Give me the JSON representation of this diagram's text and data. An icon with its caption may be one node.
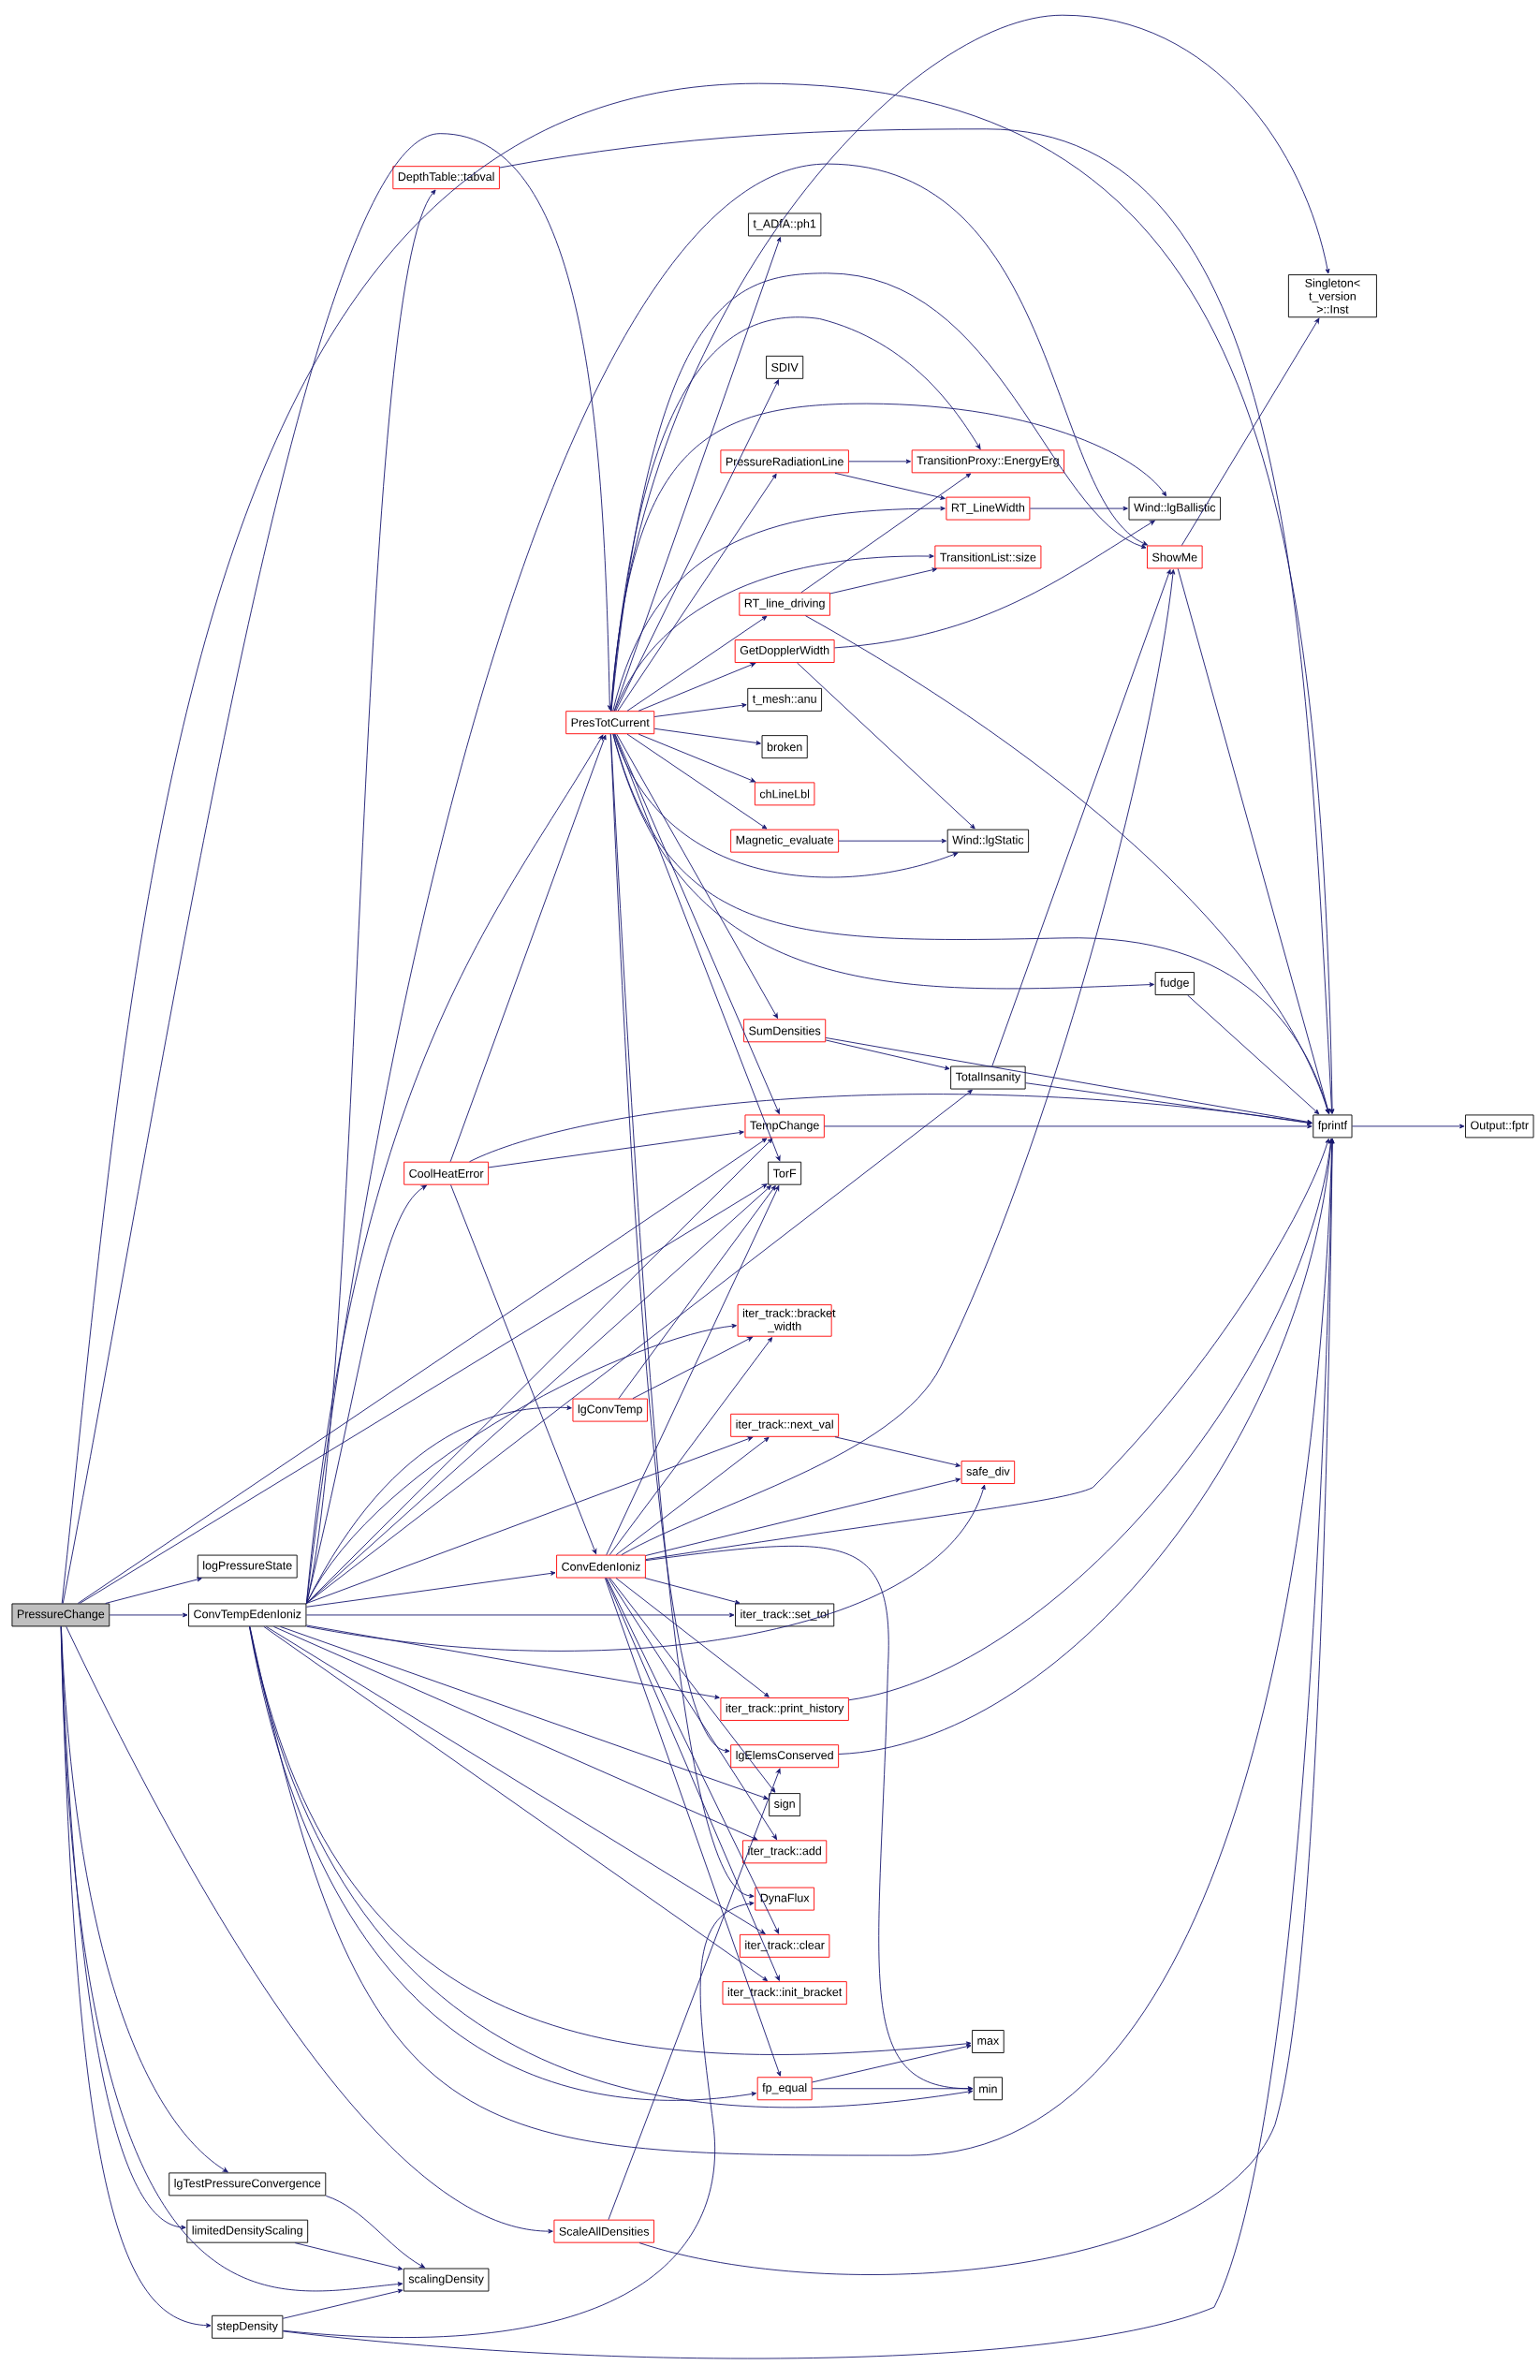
{
  "diagram": {
    "nodes": [
      {
        "text": [
          "PressureChange"
        ]
      },
      {
        "text": [
          "logPressureState"
        ]
      },
      {
        "text": [
          "ConvTempEdenIoniz"
        ]
      },
      {
        "text": [
          "lgTestPressureConvergence"
        ]
      },
      {
        "text": [
          "limitedDensityScaling"
        ]
      },
      {
        "text": [
          "stepDensity"
        ]
      },
      {
        "text": [
          "ScaleAllDensities"
        ]
      },
      {
        "text": [
          "scalingDensity"
        ]
      },
      {
        "text": [
          "DepthTable::tabval"
        ]
      },
      {
        "text": [
          "CoolHeatError"
        ]
      },
      {
        "text": [
          "PresTotCurrent"
        ]
      },
      {
        "text": [
          "lgConvTemp"
        ]
      },
      {
        "text": [
          "ConvEdenIoniz"
        ]
      },
      {
        "text": [
          "t_ADfA::ph1"
        ]
      },
      {
        "text": [
          "SDIV"
        ]
      },
      {
        "text": [
          "PressureRadiationLine"
        ]
      },
      {
        "text": [
          "RT_line_driving"
        ]
      },
      {
        "text": [
          "GetDopplerWidth"
        ]
      },
      {
        "text": [
          "t_mesh::anu"
        ]
      },
      {
        "text": [
          "broken"
        ]
      },
      {
        "text": [
          "chLineLbl"
        ]
      },
      {
        "text": [
          "Magnetic_evaluate"
        ]
      },
      {
        "text": [
          "SumDensities"
        ]
      },
      {
        "text": [
          "TempChange"
        ]
      },
      {
        "text": [
          "TorF"
        ]
      },
      {
        "text": [
          "iter_track::bracket _width"
        ]
      },
      {
        "text": [
          "iter_track::next_val"
        ]
      },
      {
        "text": [
          "iter_track::set_tol"
        ]
      },
      {
        "text": [
          "iter_track::print_history"
        ]
      },
      {
        "text": [
          "lgElemsConserved"
        ]
      },
      {
        "text": [
          "sign"
        ]
      },
      {
        "text": [
          "iter_track::add"
        ]
      },
      {
        "text": [
          "DynaFlux"
        ]
      },
      {
        "text": [
          "iter_track::clear"
        ]
      },
      {
        "text": [
          "iter_track::init_bracket"
        ]
      },
      {
        "text": [
          "fp_equal"
        ]
      },
      {
        "text": [
          "TransitionProxy::EnergyErg"
        ]
      },
      {
        "text": [
          "RT_LineWidth"
        ]
      },
      {
        "text": [
          "TransitionList::size"
        ]
      },
      {
        "text": [
          "Wind::lgStatic"
        ]
      },
      {
        "text": [
          "TotalInsanity"
        ]
      },
      {
        "text": [
          "safe_div"
        ]
      },
      {
        "text": [
          "max"
        ]
      },
      {
        "text": [
          "min"
        ]
      },
      {
        "text": [
          "Singleton< t_version >::Inst"
        ]
      },
      {
        "text": [
          "Wind::lgBallistic"
        ]
      },
      {
        "text": [
          "ShowMe"
        ]
      },
      {
        "text": [
          "fudge"
        ]
      },
      {
        "text": [
          "fprintf"
        ]
      },
      {
        "text": [
          "Output::fptr"
        ]
      }
    ],
    "edges": [
      {
        "from": 0,
        "to": 1,
        "arrow": "to"
      },
      {
        "from": 0,
        "to": 2,
        "arrow": "to"
      },
      {
        "from": 0,
        "to": 3,
        "arrow": "to"
      },
      {
        "from": 0,
        "to": 4,
        "arrow": "to"
      },
      {
        "from": 0,
        "to": 5,
        "arrow": "to"
      },
      {
        "from": 0,
        "to": 6,
        "arrow": "to"
      },
      {
        "from": 0,
        "to": 7,
        "arrow": "to"
      },
      {
        "from": 0,
        "to": 48,
        "arrow": "to"
      },
      {
        "from": 0,
        "to": 10,
        "arrow": "to"
      },
      {
        "from": 0,
        "to": 23,
        "arrow": "to"
      },
      {
        "from": 0,
        "to": 24,
        "arrow": "to"
      },
      {
        "from": 2,
        "to": 8,
        "arrow": "to"
      },
      {
        "from": 2,
        "to": 9,
        "arrow": "to"
      },
      {
        "from": 2,
        "to": 10,
        "arrow": "to"
      },
      {
        "from": 2,
        "to": 23,
        "arrow": "to"
      },
      {
        "from": 2,
        "to": 24,
        "arrow": "to"
      },
      {
        "from": 2,
        "to": 11,
        "arrow": "to"
      },
      {
        "from": 2,
        "to": 12,
        "arrow": "to"
      },
      {
        "from": 2,
        "to": 27,
        "arrow": "to"
      },
      {
        "from": 2,
        "to": 41,
        "arrow": "to"
      },
      {
        "from": 2,
        "to": 28,
        "arrow": "to"
      },
      {
        "from": 2,
        "to": 30,
        "arrow": "to"
      },
      {
        "from": 2,
        "to": 31,
        "arrow": "to"
      },
      {
        "from": 2,
        "to": 33,
        "arrow": "to"
      },
      {
        "from": 2,
        "to": 34,
        "arrow": "to"
      },
      {
        "from": 2,
        "to": 35,
        "arrow": "to"
      },
      {
        "from": 2,
        "to": 42,
        "arrow": "to"
      },
      {
        "from": 2,
        "to": 43,
        "arrow": "to"
      },
      {
        "from": 2,
        "to": 48,
        "arrow": "to"
      },
      {
        "from": 2,
        "to": 25,
        "arrow": "to"
      },
      {
        "from": 2,
        "to": 26,
        "arrow": "to"
      },
      {
        "from": 2,
        "to": 40,
        "arrow": "to"
      },
      {
        "from": 2,
        "to": 46,
        "arrow": "to"
      },
      {
        "from": 8,
        "to": 48,
        "arrow": "to"
      },
      {
        "from": 9,
        "to": 10,
        "arrow": "to"
      },
      {
        "from": 9,
        "to": 23,
        "arrow": "to"
      },
      {
        "from": 9,
        "to": 48,
        "arrow": "to"
      },
      {
        "from": 9,
        "to": 12,
        "arrow": "to"
      },
      {
        "from": 10,
        "to": 44,
        "arrow": "to"
      },
      {
        "from": 10,
        "to": 13,
        "arrow": "to"
      },
      {
        "from": 10,
        "to": 14,
        "arrow": "to"
      },
      {
        "from": 10,
        "to": 15,
        "arrow": "to"
      },
      {
        "from": 10,
        "to": 16,
        "arrow": "to"
      },
      {
        "from": 10,
        "to": 17,
        "arrow": "to"
      },
      {
        "from": 10,
        "to": 18,
        "arrow": "to"
      },
      {
        "from": 10,
        "to": 19,
        "arrow": "to"
      },
      {
        "from": 10,
        "to": 20,
        "arrow": "to"
      },
      {
        "from": 10,
        "to": 21,
        "arrow": "to"
      },
      {
        "from": 10,
        "to": 22,
        "arrow": "to"
      },
      {
        "from": 10,
        "to": 23,
        "arrow": "to"
      },
      {
        "from": 10,
        "to": 24,
        "arrow": "to"
      },
      {
        "from": 10,
        "to": 36,
        "arrow": "to"
      },
      {
        "from": 10,
        "to": 37,
        "arrow": "to"
      },
      {
        "from": 10,
        "to": 38,
        "arrow": "to"
      },
      {
        "from": 10,
        "to": 39,
        "arrow": "to"
      },
      {
        "from": 10,
        "to": 45,
        "arrow": "to"
      },
      {
        "from": 10,
        "to": 46,
        "arrow": "to"
      },
      {
        "from": 10,
        "to": 47,
        "arrow": "to"
      },
      {
        "from": 10,
        "to": 48,
        "arrow": "to"
      },
      {
        "from": 10,
        "to": 29,
        "arrow": "to"
      },
      {
        "from": 10,
        "to": 32,
        "arrow": "to"
      },
      {
        "from": 11,
        "to": 24,
        "arrow": "to"
      },
      {
        "from": 11,
        "to": 25,
        "arrow": "to"
      },
      {
        "from": 12,
        "to": 24,
        "arrow": "to"
      },
      {
        "from": 12,
        "to": 25,
        "arrow": "to"
      },
      {
        "from": 12,
        "to": 26,
        "arrow": "to"
      },
      {
        "from": 12,
        "to": 41,
        "arrow": "to"
      },
      {
        "from": 12,
        "to": 48,
        "arrow": "to"
      },
      {
        "from": 12,
        "to": 46,
        "arrow": "to"
      },
      {
        "from": 12,
        "to": 27,
        "arrow": "to"
      },
      {
        "from": 12,
        "to": 28,
        "arrow": "to"
      },
      {
        "from": 12,
        "to": 30,
        "arrow": "to"
      },
      {
        "from": 12,
        "to": 31,
        "arrow": "to"
      },
      {
        "from": 12,
        "to": 33,
        "arrow": "to"
      },
      {
        "from": 12,
        "to": 34,
        "arrow": "to"
      },
      {
        "from": 12,
        "to": 35,
        "arrow": "to"
      },
      {
        "from": 12,
        "to": 43,
        "arrow": "to"
      },
      {
        "from": 15,
        "to": 36,
        "arrow": "to"
      },
      {
        "from": 15,
        "to": 37,
        "arrow": "to"
      },
      {
        "from": 16,
        "to": 36,
        "arrow": "to"
      },
      {
        "from": 16,
        "to": 38,
        "arrow": "to"
      },
      {
        "from": 16,
        "to": 48,
        "arrow": "to"
      },
      {
        "from": 17,
        "to": 45,
        "arrow": "to"
      },
      {
        "from": 17,
        "to": 39,
        "arrow": "to"
      },
      {
        "from": 21,
        "to": 39,
        "arrow": "to"
      },
      {
        "from": 37,
        "to": 45,
        "arrow": "to"
      },
      {
        "from": 46,
        "to": 44,
        "arrow": "to"
      },
      {
        "from": 46,
        "to": 48,
        "arrow": "to"
      },
      {
        "from": 22,
        "to": 40,
        "arrow": "to"
      },
      {
        "from": 22,
        "to": 48,
        "arrow": "to"
      },
      {
        "from": 40,
        "to": 46,
        "arrow": "to"
      },
      {
        "from": 40,
        "to": 48,
        "arrow": "to"
      },
      {
        "from": 23,
        "to": 48,
        "arrow": "to"
      },
      {
        "from": 47,
        "to": 48,
        "arrow": "to"
      },
      {
        "from": 48,
        "to": 49,
        "arrow": "to"
      },
      {
        "from": 26,
        "to": 41,
        "arrow": "to"
      },
      {
        "from": 28,
        "to": 48,
        "arrow": "to"
      },
      {
        "from": 29,
        "to": 48,
        "arrow": "to"
      },
      {
        "from": 35,
        "to": 42,
        "arrow": "to"
      },
      {
        "from": 35,
        "to": 43,
        "arrow": "to"
      },
      {
        "from": 3,
        "to": 7,
        "arrow": "to"
      },
      {
        "from": 4,
        "to": 7,
        "arrow": "to"
      },
      {
        "from": 5,
        "to": 7,
        "arrow": "to"
      },
      {
        "from": 5,
        "to": 32,
        "arrow": "to"
      },
      {
        "from": 5,
        "to": 48,
        "arrow": "to"
      },
      {
        "from": 6,
        "to": 29,
        "arrow": "to"
      },
      {
        "from": 6,
        "to": 48,
        "arrow": "to"
      }
    ]
  }
}
